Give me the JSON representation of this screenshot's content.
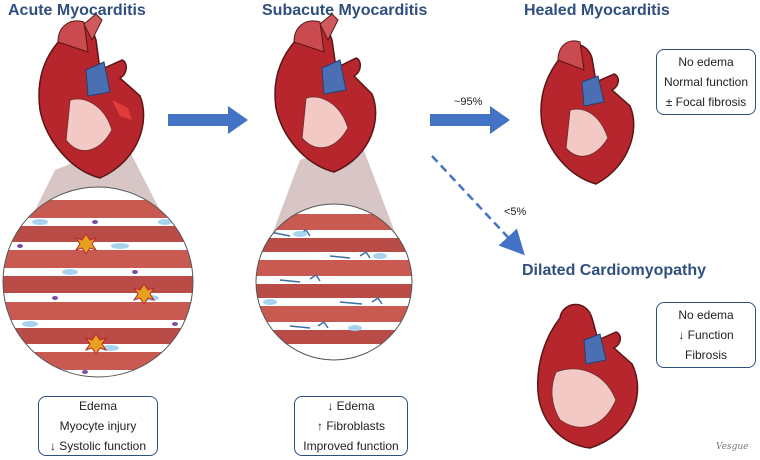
{
  "stages": {
    "acute": {
      "title": "Acute Myocarditis",
      "items": [
        "Edema",
        "Myocyte injury",
        "↓ Systolic  function"
      ]
    },
    "subacute": {
      "title": "Subacute Myocarditis",
      "items": [
        "↓ Edema",
        "↑ Fibroblasts",
        "Improved function"
      ]
    },
    "healed": {
      "title": "Healed Myocarditis",
      "items": [
        "No edema",
        "Normal function",
        "± Focal fibrosis"
      ]
    },
    "dilated": {
      "title": "Dilated Cardiomyopathy",
      "items": [
        "No edema",
        "↓ Function",
        "Fibrosis"
      ]
    }
  },
  "arrows": {
    "healed_pct": "~95%",
    "dilated_pct": "<5%"
  },
  "signature": "Vesgue",
  "colors": {
    "arrow": "#4472c4",
    "title": "#2f4f7f",
    "heart_red": "#b8262d",
    "vessel_blue": "#4a6fb3"
  }
}
